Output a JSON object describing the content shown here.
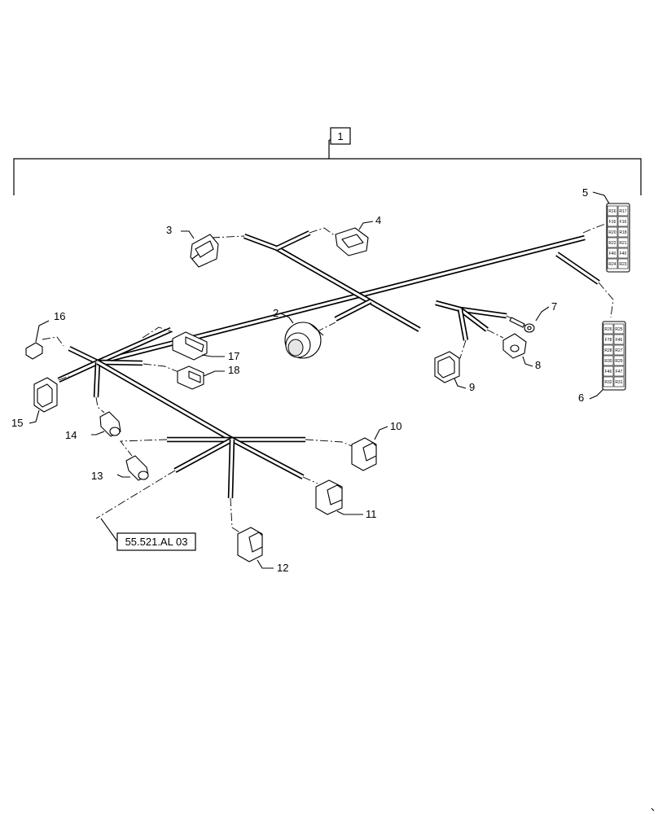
{
  "assembly_callout": "1",
  "reference_label": "55.521.AL 03",
  "callouts": {
    "c2": "2",
    "c3": "3",
    "c4": "4",
    "c5": "5",
    "c6": "6",
    "c7": "7",
    "c8": "8",
    "c9": "9",
    "c10": "10",
    "c11": "11",
    "c12": "12",
    "c13": "13",
    "c14": "14",
    "c15": "15",
    "c16": "16",
    "c17": "17",
    "c18": "18"
  },
  "fuse_block_upper": [
    "R16",
    "R17",
    "F16",
    "F16",
    "R20",
    "R18",
    "R22",
    "R21",
    "F40",
    "F40",
    "R24",
    "R23"
  ],
  "fuse_block_lower": [
    "R26",
    "R25",
    "F78",
    "F46",
    "R28",
    "R27",
    "R30",
    "R29",
    "F46",
    "F47",
    "R32",
    "R31"
  ]
}
